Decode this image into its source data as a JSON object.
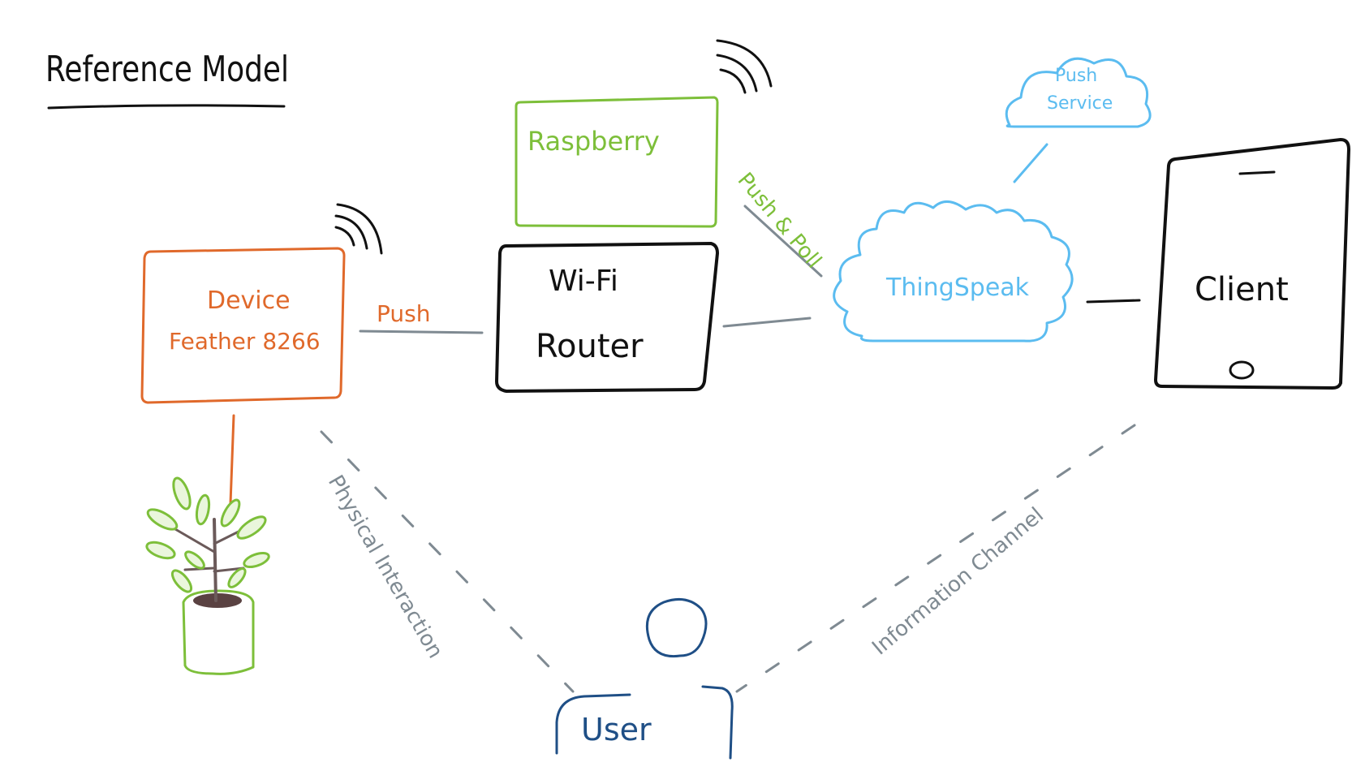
{
  "title": "Reference Model",
  "colors": {
    "ink": "#111111",
    "device": "#e0692b",
    "raspberry": "#7dbf3a",
    "cloud": "#5bbcf0",
    "connector": "#7f8a92",
    "user": "#1f4f86",
    "plant_leaf": "#7dbf3a",
    "plant_stem": "#6b5a5a",
    "plant_soil": "#5a4242"
  },
  "nodes": {
    "device": {
      "line1": "Device",
      "line2": "Feather 8266"
    },
    "raspberry": {
      "label": "Raspberry"
    },
    "router": {
      "line1": "Wi-Fi",
      "line2": "Router"
    },
    "push_service": {
      "line1": "Push",
      "line2": "Service"
    },
    "thingspeak": {
      "label": "ThingSpeak"
    },
    "client": {
      "label": "Client"
    },
    "user": {
      "label": "User"
    }
  },
  "edges": {
    "device_router": {
      "label": "Push"
    },
    "raspberry_thingspeak": {
      "label": "Push & Poll"
    },
    "physical_interaction": {
      "label": "Physical Interaction"
    },
    "information_channel": {
      "label": "Information Channel"
    }
  }
}
